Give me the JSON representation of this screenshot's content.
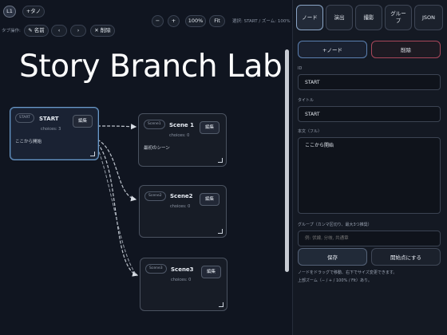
{
  "toolbar": {
    "layer_button": "L1",
    "add_tab_button": "+タノ",
    "tab_ops_label": "タブ操作:",
    "rename_button": "✎ 名前",
    "move_left_button": "‹",
    "move_right_button": "›",
    "delete_button": "✕ 削除",
    "zoom_out": "−",
    "zoom_in": "+",
    "zoom_level": "100%",
    "fit_button": "Fit",
    "status_text": "選択: START / ズーム: 100%"
  },
  "canvas": {
    "title": "Story Branch Lab"
  },
  "nodes": [
    {
      "badge": "START",
      "title": "START",
      "sub": "choices: 3",
      "body": "ここから開始",
      "edit": "編集"
    },
    {
      "badge": "Scene1",
      "title": "Scene 1",
      "sub": "choices: 0",
      "body": "最初のシーン",
      "edit": "編集"
    },
    {
      "badge": "Scene2",
      "title": "Scene2",
      "sub": "choices: 0",
      "body": "",
      "edit": "編集"
    },
    {
      "badge": "Scene3",
      "title": "Scene3",
      "sub": "choices: 0",
      "body": "",
      "edit": "編集"
    }
  ],
  "panel": {
    "tabs": [
      "ノード",
      "演出",
      "撮影",
      "グループ",
      "JSON"
    ],
    "add_node_button": "+ノード",
    "delete_button": "削除",
    "id_label": "ID",
    "id_value": "START",
    "title_label": "タイトル",
    "title_value": "START",
    "body_label": "本文（フル）",
    "body_value": "ここから開始",
    "group_label": "グループ（カンマ区切り、最大3つ推奨）",
    "group_placeholder": "例: 伏線, 分岐, 共通章",
    "save_button": "保存",
    "set_start_button": "開始点にする",
    "hint_line1": "ノードをドラッグで移動、右下でサイズ変更できます。",
    "hint_line2": "上部ズーム（− / + / 100% / Fit）あり。"
  },
  "colors": {
    "accent_blue": "#6d9ac9",
    "danger_border": "#a8475a",
    "panel_bg": "#141923",
    "canvas_bg": "#101520"
  }
}
